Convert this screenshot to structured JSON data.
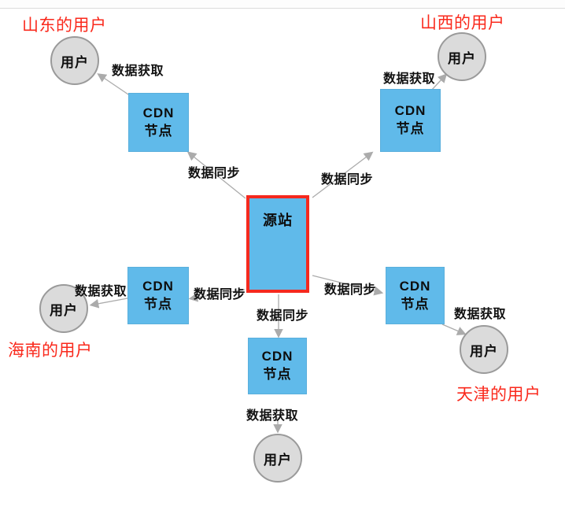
{
  "colors": {
    "node_blue": "#60baea",
    "source_border": "#f5291e",
    "region_red": "#fa291c",
    "user_fill": "#dbdbdb",
    "user_border": "#9a9a9a",
    "arrow_grey": "#ababab",
    "label_black": "#111111"
  },
  "nodes": {
    "source": {
      "label": "源站"
    },
    "cdn": {
      "line1": "CDN",
      "line2": "节点"
    },
    "user": {
      "label": "用户"
    }
  },
  "edges": {
    "sync_label": "数据同步",
    "fetch_label": "数据获取"
  },
  "regions": {
    "shandong": "山东的用户",
    "shanxi": "山西的用户",
    "hainan": "海南的用户",
    "tianjin": "天津的用户"
  }
}
